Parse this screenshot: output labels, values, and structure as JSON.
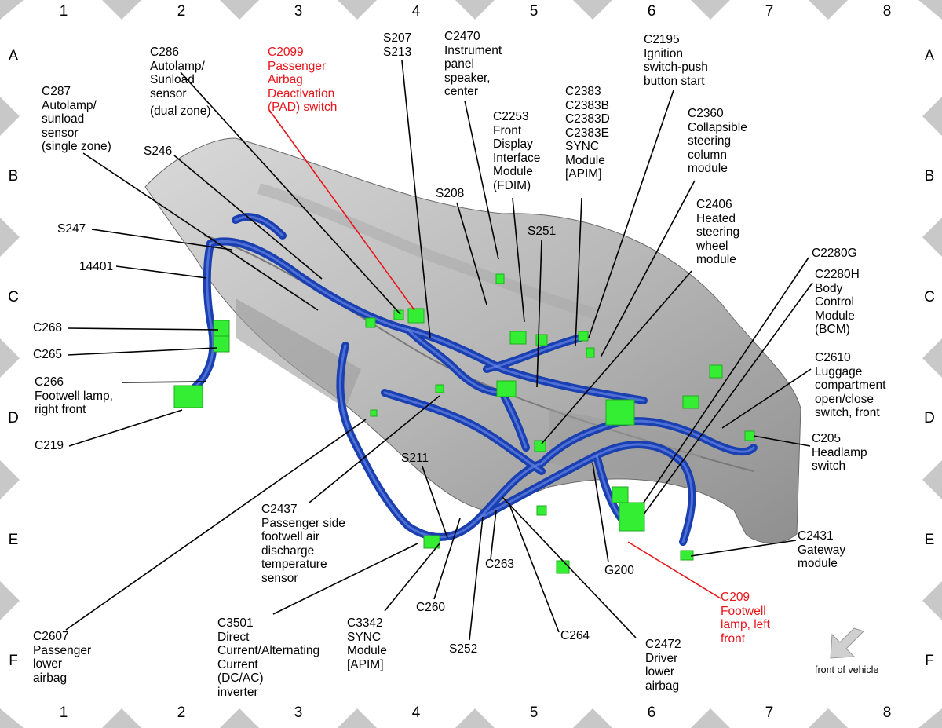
{
  "grid": {
    "columns": [
      "1",
      "2",
      "3",
      "4",
      "5",
      "6",
      "7",
      "8"
    ],
    "rows": [
      "A",
      "B",
      "C",
      "D",
      "E",
      "F"
    ]
  },
  "colors": {
    "harness": "#1a3fb0",
    "connector": "#33ee33",
    "callout_red": "#e8141a",
    "dash": "#c8c8c8"
  },
  "labels": {
    "c287": [
      "C287",
      "Autolamp/",
      "sunload",
      "sensor",
      "(single zone)"
    ],
    "c286": [
      "C286",
      "Autolamp/",
      "Sunload",
      "sensor"
    ],
    "c286_zone": "(dual zone)",
    "c2099": [
      "C2099",
      "Passenger",
      "Airbag",
      "Deactivation",
      "(PAD) switch"
    ],
    "s207": [
      "S207",
      "S213"
    ],
    "c2470": [
      "C2470",
      "Instrument",
      "panel",
      "speaker,",
      "center"
    ],
    "c2253": [
      "C2253",
      "Front",
      "Display",
      "Interface",
      "Module",
      "(FDIM)"
    ],
    "c2383": [
      "C2383",
      "C2383B",
      "C2383D",
      "C2383E",
      "SYNC",
      "Module",
      "[APIM]"
    ],
    "c2195": [
      "C2195",
      "Ignition",
      "switch-push",
      "button start"
    ],
    "c2360": [
      "C2360",
      "Collapsible",
      "steering",
      "column",
      "module"
    ],
    "c2406": [
      "C2406",
      "Heated",
      "steering",
      "wheel",
      "module"
    ],
    "c2280g": "C2280G",
    "c2280h": [
      "C2280H",
      "Body",
      "Control",
      "Module",
      "(BCM)"
    ],
    "c2610": [
      "C2610",
      "Luggage",
      "compartment",
      "open/close",
      "switch, front"
    ],
    "c205": [
      "C205",
      "Headlamp",
      "switch"
    ],
    "c2431": [
      "C2431",
      "Gateway",
      "module"
    ],
    "c209": [
      "C209",
      "Footwell",
      "lamp, left",
      "front"
    ],
    "c2472": [
      "C2472",
      "Driver",
      "lower",
      "airbag"
    ],
    "c264": "C264",
    "g200": "G200",
    "c263": "C263",
    "s252": "S252",
    "c260": "C260",
    "c3342": [
      "C3342",
      "SYNC",
      "Module",
      "[APIM]"
    ],
    "c3501": [
      "C3501",
      "Direct",
      "Current/Alternating",
      "Current",
      "(DC/AC)",
      "inverter"
    ],
    "c2607": [
      "C2607",
      "Passenger",
      "lower",
      "airbag"
    ],
    "c2437": [
      "C2437",
      "Passenger side",
      "footwell air",
      "discharge",
      "temperature",
      "sensor"
    ],
    "s211": "S211",
    "s246": "S246",
    "s247": "S247",
    "n14401": "14401",
    "c268": "C268",
    "c265": "C265",
    "c266": [
      "C266",
      "Footwell lamp,",
      "right front"
    ],
    "c219": "C219",
    "s208": "S208",
    "s251": "S251"
  },
  "front_of_vehicle": "front of vehicle"
}
